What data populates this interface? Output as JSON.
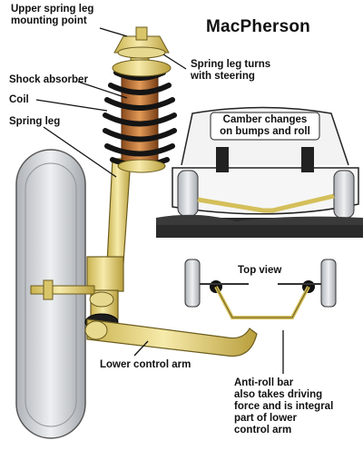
{
  "title": "MacPherson",
  "labels": {
    "upper_mount": [
      "Upper spring leg",
      "mounting point"
    ],
    "spring_turns": [
      "Spring leg turns",
      "with steering"
    ],
    "shock_absorber": "Shock absorber",
    "coil": "Coil",
    "spring_leg": "Spring leg",
    "camber": [
      "Camber changes",
      "on bumps and roll"
    ],
    "top_view": "Top view",
    "lower_control_arm": "Lower control arm",
    "anti_roll": [
      "Anti-roll bar",
      "also takes driving",
      "force and is integral",
      "part of lower",
      "control arm"
    ]
  },
  "colors": {
    "strut_yellow": "#f2e08a",
    "spring_black": "#141414",
    "shock_orange": "#c77b3d",
    "tyre_grey": "#c9ccd0",
    "ground": "#2a2a2a"
  }
}
